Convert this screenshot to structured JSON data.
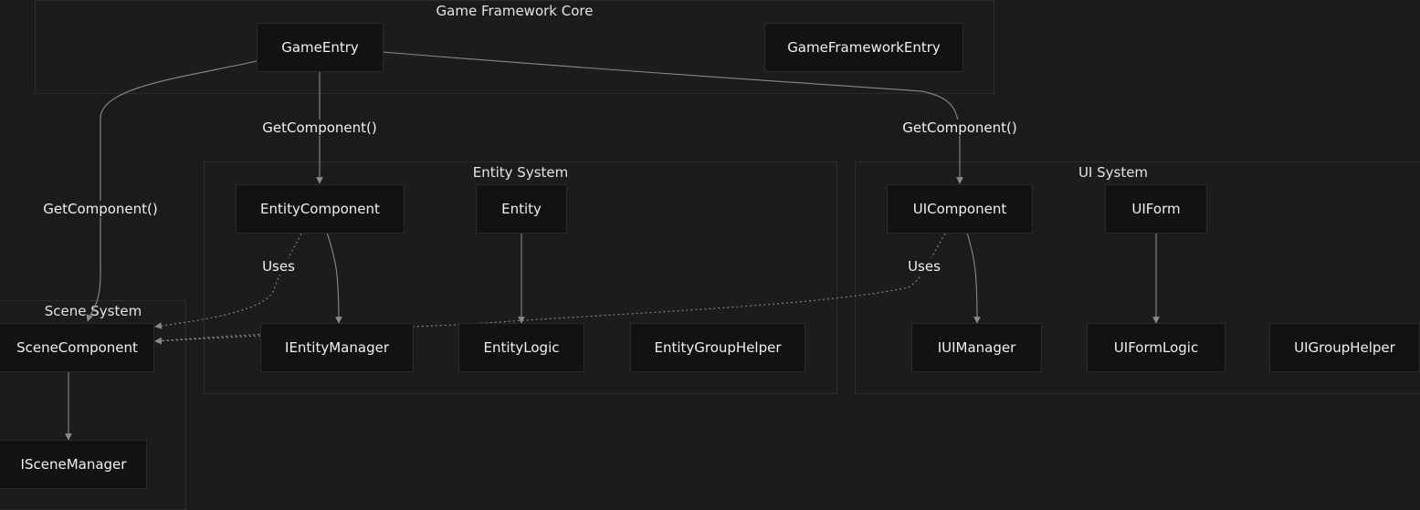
{
  "clusters": {
    "core": "Game Framework Core",
    "entity": "Entity System",
    "ui": "UI System",
    "scene": "Scene System"
  },
  "nodes": {
    "game_entry": "GameEntry",
    "game_framework_entry": "GameFrameworkEntry",
    "entity_component": "EntityComponent",
    "entity": "Entity",
    "ientity_manager": "IEntityManager",
    "entity_logic": "EntityLogic",
    "entity_group_helper": "EntityGroupHelper",
    "ui_component": "UIComponent",
    "ui_form": "UIForm",
    "iui_manager": "IUIManager",
    "ui_form_logic": "UIFormLogic",
    "ui_group_helper": "UIGroupHelper",
    "scene_component": "SceneComponent",
    "iscene_manager": "ISceneManager"
  },
  "edge_labels": {
    "get_component_entity": "GetComponent()",
    "get_component_ui": "GetComponent()",
    "get_component_scene": "GetComponent()",
    "uses_entity": "Uses",
    "uses_ui": "Uses"
  },
  "colors": {
    "background": "#1b1b1b",
    "node_fill": "#121212",
    "edge": "#8a8a8a"
  }
}
